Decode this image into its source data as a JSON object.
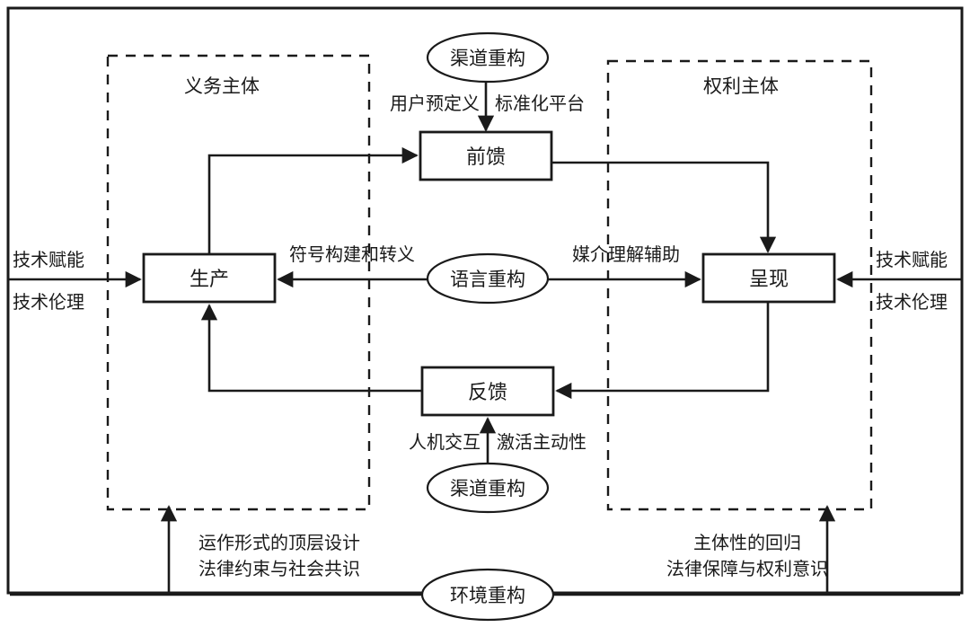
{
  "diagram": {
    "title_present": false,
    "frame": {
      "name": "outer-frame"
    },
    "zones": [
      {
        "id": "duty",
        "label": "义务主体"
      },
      {
        "id": "right",
        "label": "权利主体"
      }
    ],
    "process_nodes": [
      {
        "id": "production",
        "label": "生产"
      },
      {
        "id": "feedforward",
        "label": "前馈"
      },
      {
        "id": "presentation",
        "label": "呈现"
      },
      {
        "id": "feedback",
        "label": "反馈"
      }
    ],
    "reconstruction_nodes": [
      {
        "id": "channel-top",
        "label": "渠道重构"
      },
      {
        "id": "language",
        "label": "语言重构"
      },
      {
        "id": "channel-bottom",
        "label": "渠道重构"
      },
      {
        "id": "environment",
        "label": "环境重构"
      }
    ],
    "edge_labels": {
      "user_predefined": "用户预定义",
      "standard_platform": "标准化平台",
      "symbol_construction": "符号构建和转义",
      "media_understanding": "媒介理解辅助",
      "human_machine": "人机交互",
      "activate_initiative": "激活主动性"
    },
    "side_labels": {
      "left_top": "技术赋能",
      "left_bottom": "技术伦理",
      "right_top": "技术赋能",
      "right_bottom": "技术伦理"
    },
    "bottom_labels": {
      "left_line1": "运作形式的顶层设计",
      "left_line2": "法律约束与社会共识",
      "right_line1": "主体性的回归",
      "right_line2": "法律保障与权利意识"
    },
    "colors": {
      "stroke": "#1a1a1a",
      "background": "#ffffff",
      "text": "#1a1a1a"
    }
  }
}
